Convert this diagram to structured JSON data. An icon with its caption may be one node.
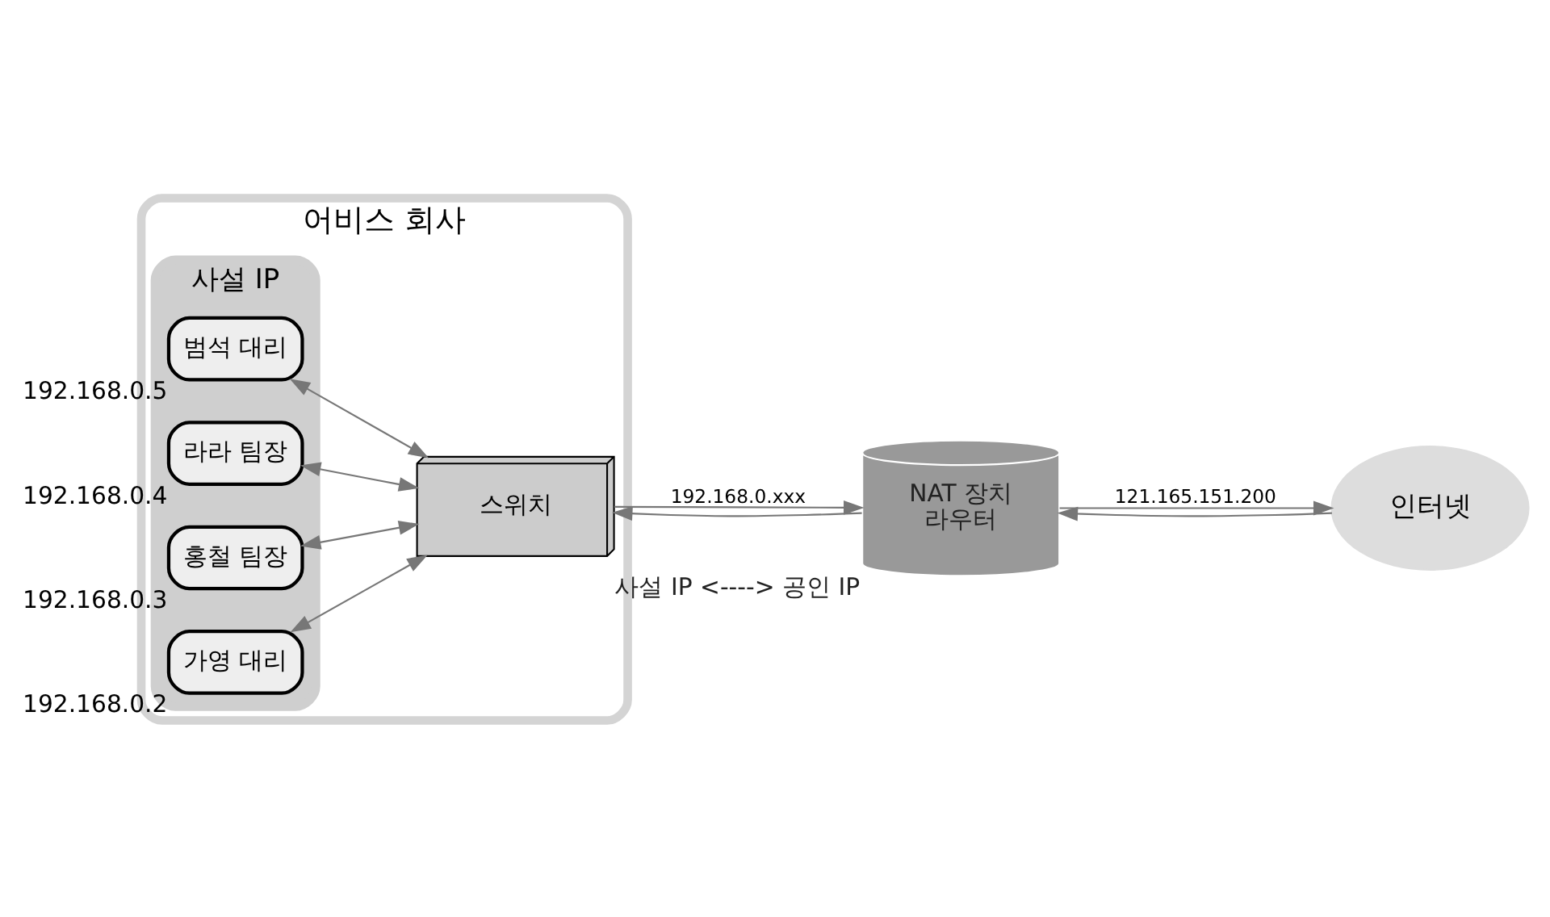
{
  "diagram": {
    "nodes": [
      {
        "text": [
          "어비스 회사"
        ]
      },
      {
        "text": [
          "사설 IP"
        ],
        "in": 0
      },
      {
        "text": [
          "가영 대리"
        ],
        "in": 1,
        "beside": [
          "192.168.0.2"
        ]
      },
      {
        "text": [
          "홍철 팀장"
        ],
        "in": 1,
        "beside": [
          "192.168.0.3"
        ]
      },
      {
        "text": [
          "라라 팀장"
        ],
        "in": 1,
        "beside": [
          "192.168.0.4"
        ]
      },
      {
        "text": [
          "범석 대리"
        ],
        "in": 1,
        "beside": [
          "192.168.0.5"
        ]
      },
      {
        "text": [
          "스위치"
        ],
        "in": 0
      },
      {
        "text": [
          "NAT 장치",
          "라우터"
        ],
        "beside": [
          "사설 IP <----> 공인 IP"
        ]
      },
      {
        "text": [
          "인터넷"
        ]
      }
    ],
    "edges": [
      {
        "from": 2,
        "to": 6,
        "arrow": "both"
      },
      {
        "from": 3,
        "to": 6,
        "arrow": "both"
      },
      {
        "from": 4,
        "to": 6,
        "arrow": "both"
      },
      {
        "from": 5,
        "to": 6,
        "arrow": "both"
      },
      {
        "from": 6,
        "to": 7,
        "arrow": "to",
        "label": "192.168.0.xxx"
      },
      {
        "from": 7,
        "to": 6,
        "arrow": "to"
      },
      {
        "from": 7,
        "to": 8,
        "arrow": "to",
        "label": "121.165.151.200"
      },
      {
        "from": 8,
        "to": 7,
        "arrow": "to"
      }
    ]
  }
}
